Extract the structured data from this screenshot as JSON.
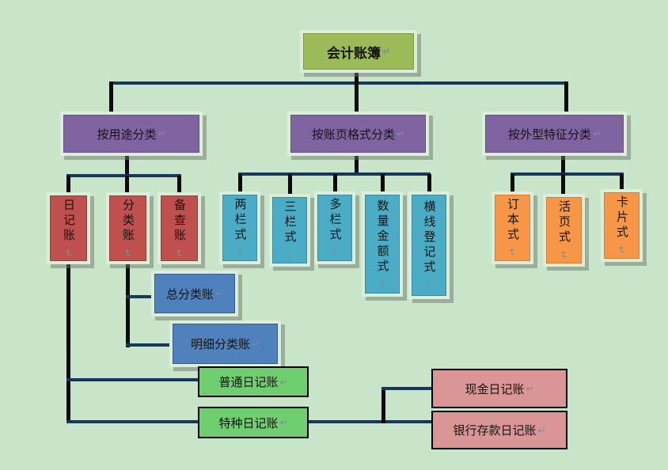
{
  "meta": {
    "formatting_return_mark": "↵"
  },
  "colors": {
    "background": "#C9E5C9",
    "root_fill": "#9BBB59",
    "category_fill": "#8064A2",
    "purpose_child_fill": "#C0504D",
    "format_child_fill": "#4BACC6",
    "appearance_child_fill": "#F79646",
    "ledger_fill": "#4F81BD",
    "journal_fill": "#6FCE6F",
    "special_journal_fill": "#D99694",
    "connector_horizontal": "#17375E",
    "connector_vertical": "#0B0B0B"
  },
  "root": {
    "label": "会计账簿"
  },
  "branches": [
    {
      "label": "按用途分类",
      "children": [
        {
          "label": "日记账"
        },
        {
          "label": "分类账"
        },
        {
          "label": "备查账"
        }
      ]
    },
    {
      "label": "按账页格式分类",
      "children": [
        {
          "label": "两栏式"
        },
        {
          "label": "三栏式"
        },
        {
          "label": "多栏式"
        },
        {
          "label": "数量金额式"
        },
        {
          "label": "横线登记式"
        }
      ]
    },
    {
      "label": "按外型特征分类",
      "children": [
        {
          "label": "订本式"
        },
        {
          "label": "活页式"
        },
        {
          "label": "卡片式"
        }
      ]
    }
  ],
  "sub": {
    "ledger": [
      {
        "label": "总分类账"
      },
      {
        "label": "明细分类账"
      }
    ],
    "journal": [
      {
        "label": "普通日记账"
      },
      {
        "label": "特种日记账"
      }
    ],
    "special": [
      {
        "label": "现金日记账"
      },
      {
        "label": "银行存款日记账"
      }
    ]
  }
}
